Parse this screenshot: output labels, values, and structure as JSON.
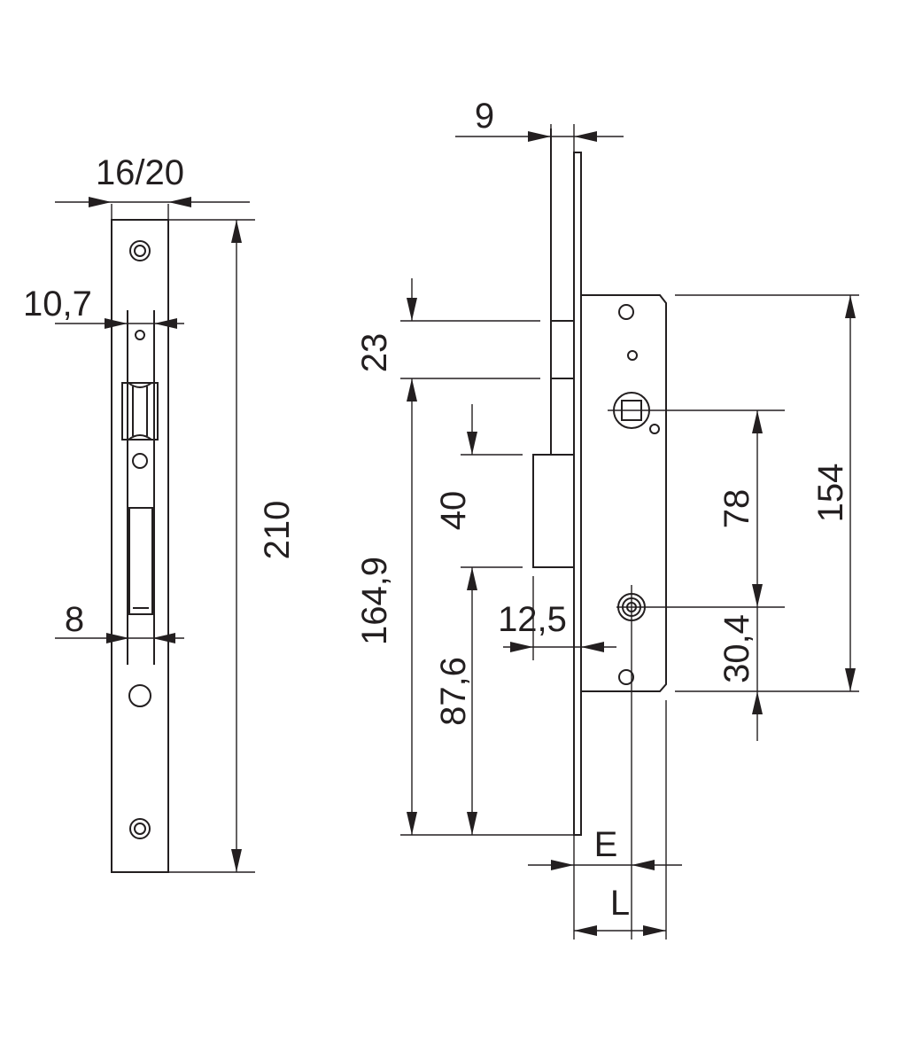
{
  "front_view": {
    "width_label": "16/20",
    "total_height_label": "210",
    "latch_offset_label": "10,7",
    "bolt_offset_label": "8"
  },
  "side_view": {
    "faceplate_thickness_label": "9",
    "latch_height_label": "23",
    "bolt_height_label": "40",
    "latch_to_bottom_label": "164,9",
    "bolt_to_bottom_label": "87,6",
    "bolt_projection_label": "12,5",
    "handle_to_cylinder_label": "78",
    "body_height_label": "154",
    "cylinder_to_body_bottom_label": "30,4",
    "backset_label": "E",
    "length_label": "L"
  },
  "colors": {
    "line": "#231f20",
    "background": "#ffffff"
  }
}
